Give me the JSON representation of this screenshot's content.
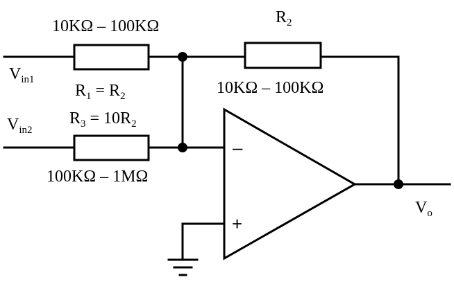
{
  "resistors": {
    "r1_value_range": "10KΩ – 100KΩ",
    "r1_eq": {
      "a": "R",
      "a_sub": "1",
      "rest": " = R",
      "b_sub": "2"
    },
    "r2_name": {
      "base": "R",
      "sub": "2"
    },
    "r2_value_range": "10KΩ – 100KΩ",
    "r3_eq": {
      "a": "R",
      "a_sub": "3",
      "rest": " = 10R",
      "b_sub": "2"
    },
    "r3_value_range": "100KΩ – 1MΩ"
  },
  "inputs": {
    "vin1": {
      "base": "V",
      "sub": "in1"
    },
    "vin2": {
      "base": "V",
      "sub": "in2"
    }
  },
  "output": {
    "base": "V",
    "sub": "o"
  },
  "opamp": {
    "minus": "–",
    "plus": "+"
  }
}
